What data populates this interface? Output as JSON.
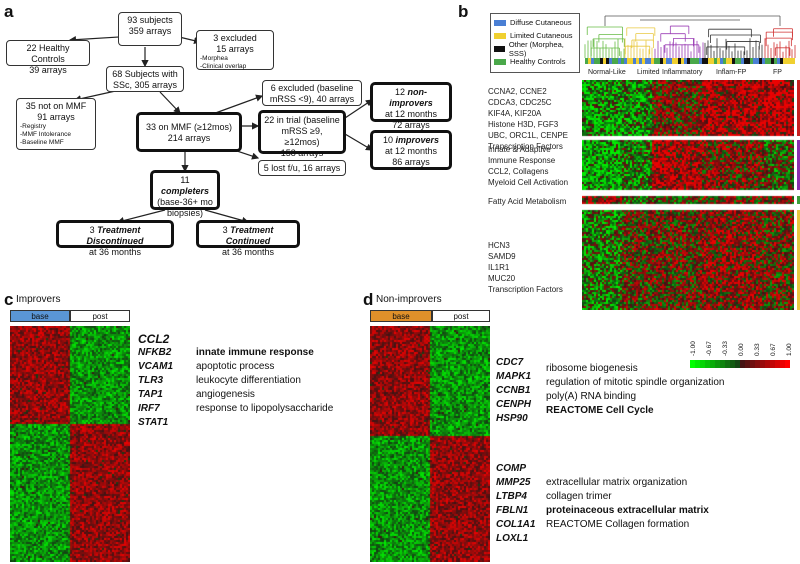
{
  "panels": {
    "a": "a",
    "b": "b",
    "c": "c",
    "d": "d"
  },
  "flow": {
    "top": {
      "l1": "93 subjects",
      "l2": "359 arrays"
    },
    "healthy": {
      "l1": "22 Healthy Controls",
      "l2": "39 arrays"
    },
    "excluded": {
      "l1": "3 excluded",
      "l2": "15 arrays",
      "n1": "-Morphea",
      "n2": "-Clinical overlap"
    },
    "ssc": {
      "l1": "68 Subjects with",
      "l2": "SSc, 305 arrays"
    },
    "notmmf": {
      "l1": "35 not on MMF",
      "l2": "91 arrays",
      "n1": "-Registry",
      "n2": "-MMF Intolerance",
      "n3": "-Baseline MMF"
    },
    "mmf": {
      "l1": "33 on MMF (≥12mos)",
      "l2": "214 arrays"
    },
    "excl6": {
      "l1": "6 excluded (baseline",
      "l2": "mRSS <9), 40 arrays"
    },
    "trial": {
      "l1": "22 in trial (baseline",
      "l2": "mRSS ≥9, ≥12mos)",
      "l3": "158 arrays"
    },
    "lost": {
      "l1": "5 lost f/u, 16 arrays"
    },
    "nonimp": {
      "l1a": "12 ",
      "l1b": "non-improvers",
      "l2": "at 12 months",
      "l3": "72 arrays"
    },
    "imp": {
      "l1a": "10 ",
      "l1b": "improvers",
      "l2": "at 12 months",
      "l3": "86 arrays"
    },
    "completers": {
      "l1a": "11 ",
      "l1b": "completers",
      "l2": "(base-36+ mo",
      "l3": "biopsies)"
    },
    "disc": {
      "l1a": "3 ",
      "l1b": "Treatment Discontinued",
      "l2": "at 36 months"
    },
    "cont": {
      "l1a": "3 ",
      "l1b": "Treatment Continued",
      "l2": "at 36 months"
    }
  },
  "legend": {
    "items": [
      {
        "label": "Diffuse Cutaneous",
        "color": "#4a7fd4"
      },
      {
        "label": "Limited Cutaneous",
        "color": "#f0d030"
      },
      {
        "label": "Other (Morphea, SSS)",
        "color": "#111111"
      },
      {
        "label": "Healthy Controls",
        "color": "#4aa84a"
      }
    ]
  },
  "heatmap_b": {
    "cluster_labels": [
      "Normal-Like",
      "Limited",
      "Inflammatory",
      "Inflam-FP",
      "FP"
    ],
    "cluster_colors": [
      "#66bb44",
      "#e8c840",
      "#9b3fb5",
      "#333333",
      "#d03030"
    ],
    "row_groups": [
      {
        "lines": [
          "CCNA2, CCNE2",
          "CDCA3, CDC25C",
          "KIF4A, KIF20A",
          "Histone H3D, FGF3",
          "UBC, ORC1L, CENPE",
          "Transcription Factors"
        ],
        "color": "#c82020"
      },
      {
        "lines": [
          "Innate & Adaptive",
          "Immune Response",
          "CCL2, Collagens",
          "Myeloid Cell Activation"
        ],
        "color": "#8a2fb0"
      },
      {
        "lines": [
          "Fatty Acid Metabolism"
        ],
        "color": "#3aa03a"
      },
      {
        "lines": [
          "HCN3",
          "SAMD9",
          "IL1R1",
          "MUC20",
          "Transcription Factors"
        ],
        "color": "#e8c840"
      }
    ],
    "scale_ticks": [
      "-1.00",
      "-0.67",
      "-0.33",
      "0.00",
      "0.33",
      "0.67",
      "1.00"
    ]
  },
  "panel_c": {
    "title": "Improvers",
    "base_label": "base",
    "post_label": "post",
    "base_color": "#5a96d6",
    "genes_top": [
      "CCL2",
      "NFKB2",
      "VCAM1",
      "TLR3",
      "TAP1",
      "IRF7",
      "STAT1"
    ],
    "terms": [
      {
        "text": "innate immune response",
        "bold": true
      },
      {
        "text": "apoptotic process",
        "bold": false
      },
      {
        "text": "leukocyte differentiation",
        "bold": false
      },
      {
        "text": "angiogenesis",
        "bold": false
      },
      {
        "text": "response to lipopolysaccharide",
        "bold": false
      }
    ]
  },
  "panel_d": {
    "title": "Non-improvers",
    "base_label": "base",
    "post_label": "post",
    "base_color": "#e0902a",
    "genes_top": [
      "CDC7",
      "MAPK1",
      "CCNB1",
      "CENPH",
      "HSP90"
    ],
    "terms_top": [
      {
        "text": "ribosome biogenesis",
        "bold": false
      },
      {
        "text": "regulation of mitotic spindle organization",
        "bold": false
      },
      {
        "text": "poly(A) RNA binding",
        "bold": false
      },
      {
        "text": "REACTOME Cell Cycle",
        "bold": true
      }
    ],
    "genes_bottom": [
      "COMP",
      "MMP25",
      "LTBP4",
      "FBLN1",
      "COL1A1",
      "LOXL1"
    ],
    "terms_bottom": [
      {
        "text": "extracellular matrix organization",
        "bold": false
      },
      {
        "text": "collagen trimer",
        "bold": false
      },
      {
        "text": "proteinaceous extracellular matrix",
        "bold": true
      },
      {
        "text": "REACTOME Collagen formation",
        "bold": false
      }
    ]
  }
}
